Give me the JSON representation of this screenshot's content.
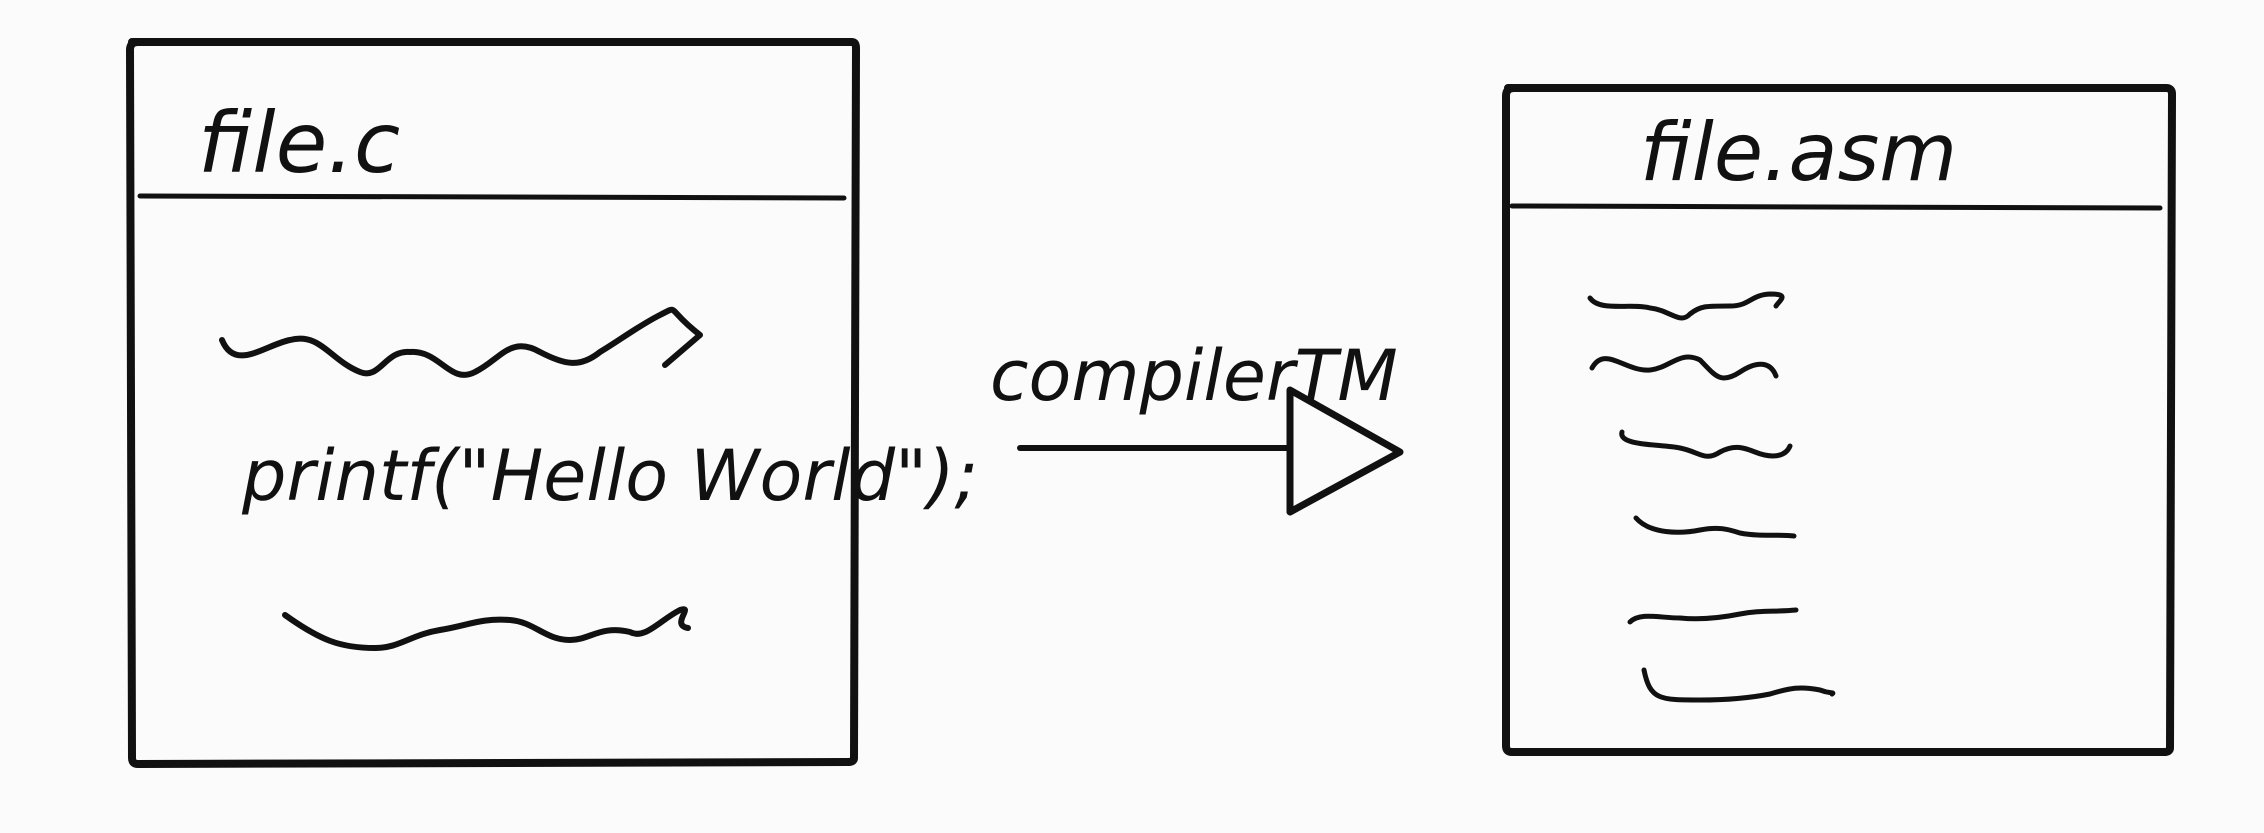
{
  "source_window": {
    "title": "file.c",
    "code_line": "printf(\"Hello World\");"
  },
  "arrow": {
    "label": "compilerTM"
  },
  "target_window": {
    "title": "file.asm"
  }
}
